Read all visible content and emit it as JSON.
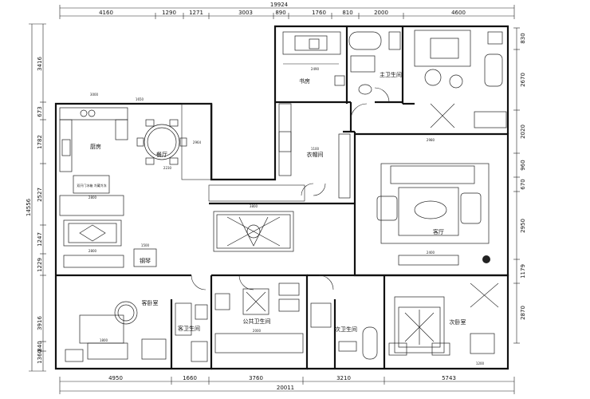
{
  "plan": {
    "top_total": "19924",
    "bottom_total": "20011",
    "top_dims": [
      "4160",
      "1290",
      "1271",
      "3003",
      "890",
      "1760",
      "810",
      "2000",
      "4600"
    ],
    "bottom_dims": [
      "4950",
      "1660",
      "3760",
      "3210",
      "5743"
    ],
    "left_total": "14556",
    "left_dims": [
      "3416",
      "673",
      "1782",
      "2527",
      "1247",
      "1229",
      "3916",
      "840",
      "1360"
    ],
    "right_dims": [
      "830",
      "2670",
      "2020",
      "960",
      "670",
      "2950",
      "1179",
      "2870"
    ],
    "rooms": {
      "study": "书房",
      "master_bath": "主卫生间",
      "kitchen": "厨房",
      "dining": "餐厅",
      "cloakroom": "衣帽间",
      "living": "客厅",
      "guest_bedroom": "客卧室",
      "guest_bath": "客卫生间",
      "public_bath": "公共卫生间",
      "second_bath": "次卫生间",
      "second_bedroom": "次卧室",
      "piano": "钢琴"
    },
    "inner_dims": {
      "kitchen_width": "3000",
      "kitchen_left": "1650",
      "dining_depth": "2964",
      "dining_width": "2230",
      "cloak_width": "1100",
      "hall_width": "3800",
      "study_width": "2490",
      "living_width": "2980",
      "living_depth": "2400",
      "kitchen_depth": "2800",
      "piano_width": "1500",
      "counter_width": "2800",
      "guest_bed_width": "1800",
      "public_bath_width": "2000",
      "bottom_bed_width": "1200",
      "wall_cab": "1100"
    },
    "annotations": {
      "fridge_note": "双开门冰箱 冷藏冷冻"
    }
  }
}
